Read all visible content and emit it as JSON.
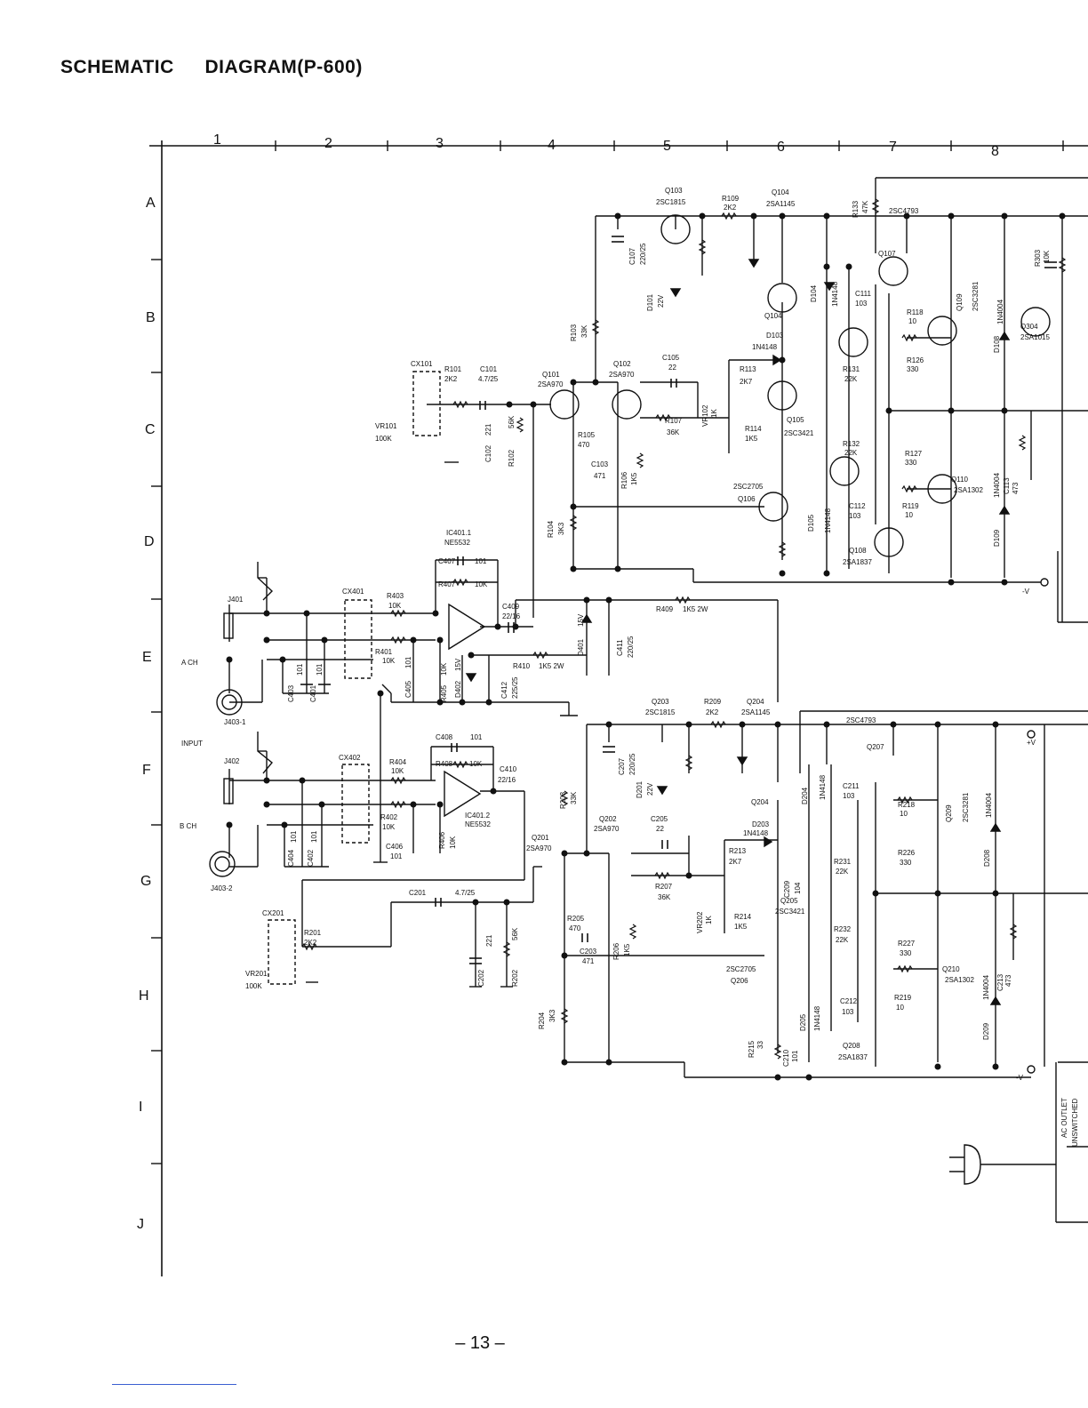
{
  "title": {
    "line1": "SCHEMATIC",
    "line2": "DIAGRAM(P-600)"
  },
  "page_number": "– 13 –",
  "grid": {
    "columns": [
      "1",
      "2",
      "3",
      "4",
      "5",
      "6",
      "7",
      "8"
    ],
    "rows": [
      "A",
      "B",
      "C",
      "D",
      "E",
      "F",
      "G",
      "H",
      "I",
      "J"
    ]
  },
  "connectors": {
    "a_ch": "A CH",
    "b_ch": "B CH",
    "input": "INPUT",
    "j401": "J401",
    "j402": "J402",
    "j403_1": "J403-1",
    "j403_2": "J403-2",
    "ac_outlet": "AC OUTLET",
    "unswitched": "UNSWITCHED"
  },
  "rails": {
    "pos_v": "+V",
    "neg_v": "-V"
  },
  "components_a": {
    "vr101": "VR101",
    "vr101_val": "100K",
    "cx101": "CX101",
    "r101": "R101",
    "r101_val": "2K2",
    "c101": "C101",
    "c101_val": "4.7/25",
    "c102": "C102",
    "c102_val": "221",
    "r102": "R102",
    "r102_val": "56K",
    "q101": "Q101",
    "q101_type": "2SA970",
    "q102": "Q102",
    "q102_type": "2SA970",
    "q103": "Q103",
    "q103_type": "2SC1815",
    "q104": "Q104",
    "q104_type": "2SA1145",
    "q105": "Q105",
    "q105_type": "2SC3421",
    "q106": "Q106",
    "q106_type": "2SC2705",
    "q107": "Q107",
    "q107_type": "2SC4793",
    "q108": "Q108",
    "q108_type": "2SA1837",
    "q109": "Q109",
    "q109_type": "2SC3281",
    "q110": "Q110",
    "q110_type": "2SA1302",
    "r103": "R103",
    "r103_val": "33K",
    "r104": "R104",
    "r104_val": "3K3",
    "r105": "R105",
    "r105_val": "470",
    "r106": "R106",
    "r106_val": "1K5",
    "r107": "R107",
    "r107_val": "36K",
    "r109": "R109",
    "r109_val": "2K2",
    "r113": "R113",
    "r113_val": "2K7",
    "r114": "R114",
    "r114_val": "1K5",
    "r118": "R118",
    "r118_val": "10",
    "r119": "R119",
    "r119_val": "10",
    "r126": "R126",
    "r126_val": "330",
    "r127": "R127",
    "r127_val": "330",
    "r131": "R131",
    "r131_val": "22K",
    "r132": "R132",
    "r132_val": "22K",
    "r133": "R133",
    "r133_val": "47K",
    "c103": "C103",
    "c103_val": "471",
    "c105": "C105",
    "c105_val": "22",
    "c107": "C107",
    "c107_val": "220/25",
    "c111": "C111",
    "c111_val": "103",
    "c112": "C112",
    "c112_val": "103",
    "c113": "C113",
    "c113_val": "473",
    "d101": "D101",
    "d101_val": "22V",
    "d103": "D103",
    "d103_val": "1N4148",
    "d104": "D104",
    "d104_val": "1N4148",
    "d105": "D105",
    "d105_val": "1N4148",
    "d108": "D108",
    "d108_val": "1N4004",
    "d109": "D109",
    "d109_val": "1N4004",
    "vr102": "VR102",
    "vr102_val": "1K",
    "q304": "Q304",
    "q304_type": "2SA1015",
    "r303": "R303",
    "r303_val": "10K"
  },
  "components_ic": {
    "ic401_1": "IC401.1",
    "ic401_1_type": "NE5532",
    "ic401_2": "IC401.2",
    "ic401_2_type": "NE5532",
    "cx401": "CX401",
    "cx402": "CX402",
    "c407": "C407",
    "c407_val": "101",
    "r407": "R407",
    "r407_val": "10K",
    "r403": "R403",
    "r403_val": "10K",
    "r401": "R401",
    "r401_val": "10K",
    "c409": "C409",
    "c409_val": "22/16",
    "d401": "D401",
    "d401_val": "15V",
    "d402": "D402",
    "d402_val": "15V",
    "c411": "C411",
    "c411_val": "220/25",
    "c412": "C412",
    "c412_val": "225/25",
    "r409": "R409",
    "r409_val": "1K5 2W",
    "r410": "R410",
    "r410_val": "1K5 2W",
    "r405": "R405",
    "r405_val": "10K",
    "c405": "C405",
    "c405_val": "101",
    "c403": "C403",
    "c403_val": "101",
    "c401": "C401",
    "c401_val": "101",
    "c408": "C408",
    "c408_val": "101",
    "r408": "R408",
    "r408_val": "10K",
    "r404": "R404",
    "r404_val": "10K",
    "r402": "R402",
    "r402_val": "10K",
    "c410": "C410",
    "c410_val": "22/16",
    "c406": "C406",
    "c406_val": "101",
    "r406": "R406",
    "r406_val": "10K",
    "c404": "C404",
    "c404_val": "101",
    "c402": "C402",
    "c402_val": "101"
  },
  "components_b": {
    "vr201": "VR201",
    "vr201_val": "100K",
    "cx201": "CX201",
    "r201": "R201",
    "r201_val": "2K2",
    "c201": "C201",
    "c201_val": "4.7/25",
    "c202": "C202",
    "c202_val": "221",
    "r202": "R202",
    "r202_val": "56K",
    "q201": "Q201",
    "q201_type": "2SA970",
    "q202": "Q202",
    "q202_type": "2SA970",
    "q203": "Q203",
    "q203_type": "2SC1815",
    "q204": "Q204",
    "q204_type": "2SA1145",
    "q205": "Q205",
    "q205_type": "2SC3421",
    "q206": "Q206",
    "q206_type": "2SC2705",
    "q207": "Q207",
    "q207_type": "2SC4793",
    "q208": "Q208",
    "q208_type": "2SA1837",
    "q209": "Q209",
    "q209_type": "2SC3281",
    "q210": "Q210",
    "q210_type": "2SA1302",
    "r203": "R203",
    "r203_val": "33K",
    "r204": "R204",
    "r204_val": "3K3",
    "r205": "R205",
    "r205_val": "470",
    "r206": "R206",
    "r206_val": "1K5",
    "r207": "R207",
    "r207_val": "36K",
    "r209": "R209",
    "r209_val": "2K2",
    "r213": "R213",
    "r213_val": "2K7",
    "r214": "R214",
    "r214_val": "1K5",
    "r215": "R215",
    "r215_val": "33",
    "r218": "R218",
    "r218_val": "10",
    "r219": "R219",
    "r219_val": "10",
    "r226": "R226",
    "r226_val": "330",
    "r227": "R227",
    "r227_val": "330",
    "r231": "R231",
    "r231_val": "22K",
    "r232": "R232",
    "r232_val": "22K",
    "c203": "C203",
    "c203_val": "471",
    "c205": "C205",
    "c205_val": "22",
    "c207": "C207",
    "c207_val": "220/25",
    "c209": "C209",
    "c209_val": "104",
    "c210": "C210",
    "c210_val": "101",
    "c211": "C211",
    "c211_val": "103",
    "c212": "C212",
    "c212_val": "103",
    "c213": "C213",
    "c213_val": "473",
    "d201": "D201",
    "d201_val": "22V",
    "d203": "D203",
    "d203_val": "1N4148",
    "d204": "D204",
    "d204_val": "1N4148",
    "d205": "D205",
    "d205_val": "1N4148",
    "d208": "D208",
    "d208_val": "1N4004",
    "d209": "D209",
    "d209_val": "1N4004",
    "vr202": "VR202",
    "vr202_val": "1K"
  }
}
